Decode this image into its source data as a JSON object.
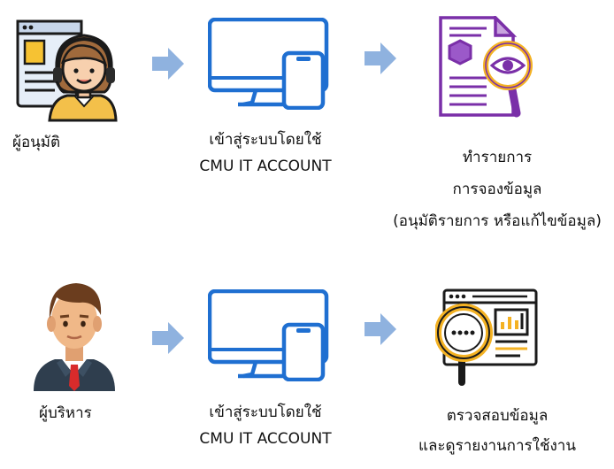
{
  "rows": [
    {
      "role_label": "ผู้อนุมัติ",
      "login_line1": "เข้าสู่ระบบโดยใช้",
      "login_line2": "CMU IT ACCOUNT",
      "action_lines": [
        "ทำรายการ",
        "การจองข้อมูล",
        "(อนุมัติรายการ หรือแก้ไขข้อมูล)"
      ]
    },
    {
      "role_label": "ผู้บริหาร",
      "login_line1": "เข้าสู่ระบบโดยใช้",
      "login_line2": "CMU IT ACCOUNT",
      "action_lines": [
        "ตรวจสอบข้อมูล",
        "และดูรายงานการใช้งาน"
      ]
    }
  ],
  "icons": {
    "approver": "call-center-agent-icon",
    "executive": "businessman-icon",
    "login": "desktop-and-phone-icon",
    "arrow": "arrow-right-icon",
    "review": "document-magnifier-icon",
    "report": "report-magnifier-icon"
  },
  "colors": {
    "arrow": "#8fb2df",
    "device_blue": "#1f6fd1",
    "doc_purple": "#7a2fa8",
    "magnifier_orange": "#f4b223"
  }
}
